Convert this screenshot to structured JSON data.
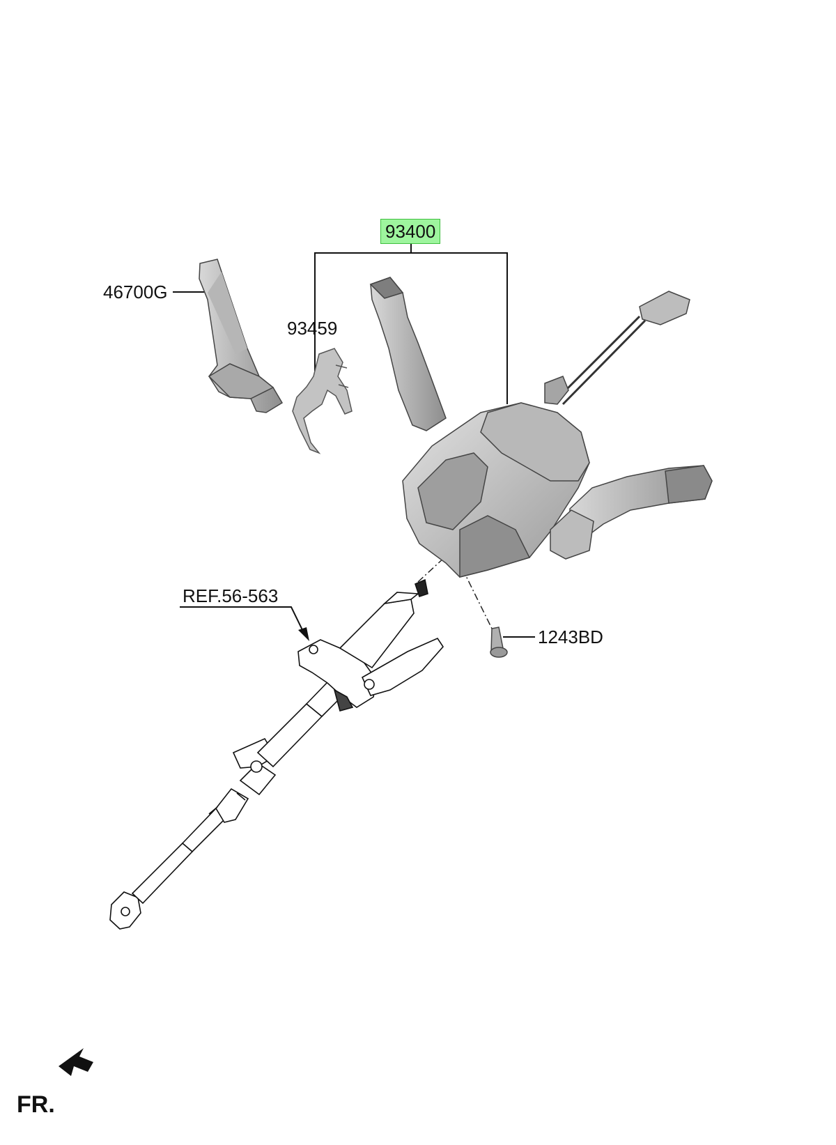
{
  "labels": {
    "main_part": "93400",
    "lever_cover": "46700G",
    "bracket": "93459",
    "screw": "1243BD",
    "reference": "REF.56-563",
    "front": "FR."
  },
  "colors": {
    "highlight_fill": "#9ef59e",
    "highlight_border": "#3fbf3f",
    "line": "#111111",
    "part_fill": "#c9c9c9",
    "part_dark": "#8c8c8c"
  }
}
